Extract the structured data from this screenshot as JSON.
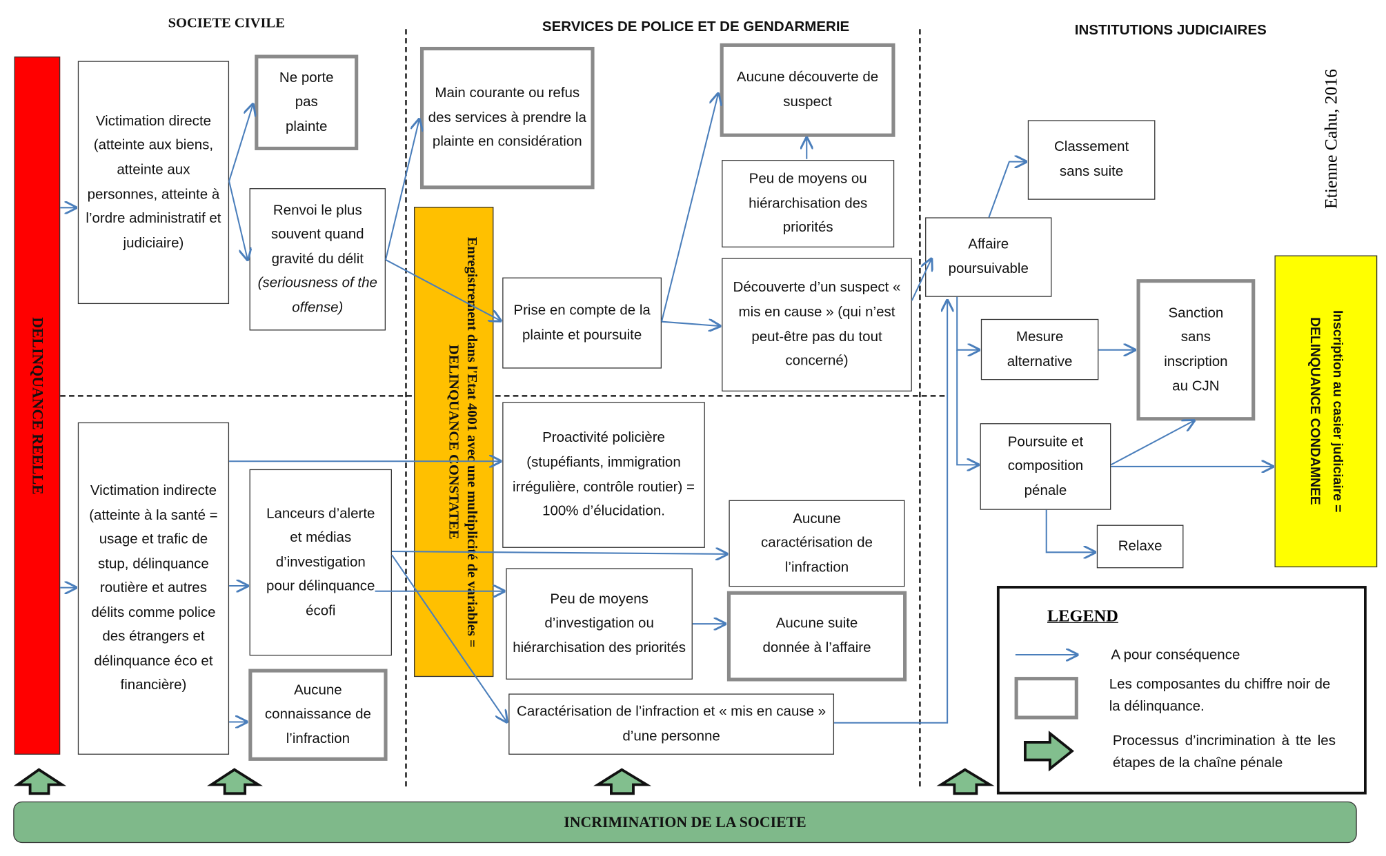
{
  "headers": {
    "left": "SOCIETE CIVILE",
    "middle": "SERVICES DE POLICE ET DE GENDARMERIE",
    "right": "INSTITUTIONS JUDICIAIRES"
  },
  "author": "Etienne Cahu, 2016",
  "bars": {
    "reelle": "DELINQUANCE REELLE",
    "constatee": "Enregistrement dans l'Etat 4001 avec une multiplicité de variables = DELINQUANCE CONSTATEE",
    "condamnee_line1": "Inscription au casier judiciaire =",
    "condamnee_line2": "DELINQUANCE CONDAMNEE"
  },
  "boxes": {
    "victimation_directe": "Victimation directe (atteinte aux biens, atteinte aux personnes, atteinte à l’ordre administratif et judiciaire)",
    "ne_porte_pas_plainte": "Ne porte pas plainte",
    "renvoi_main": "Renvoi  le plus souvent quand gravité du délit",
    "renvoi_italic": "(seriousness of the offense)",
    "main_courante": "Main courante ou refus des services à prendre la plainte en considération",
    "aucune_decouverte": "Aucune découverte de suspect",
    "peu_moyens_1": "Peu de moyens ou hiérarchisation des priorités",
    "decouverte_suspect": "Découverte d’un suspect  « mis en cause » (qui n’est peut-être pas du tout concerné)",
    "prise_en_compte": "Prise en compte de la plainte  et poursuite",
    "classement": "Classement sans suite",
    "affaire_poursuivable": "Affaire poursuivable",
    "mesure_alternative": "Mesure alternative",
    "sanction_sans": "Sanction sans inscription au CJN",
    "poursuite_composition": "Poursuite et composition pénale",
    "relaxe": "Relaxe",
    "victimation_indirecte": "Victimation indirecte (atteinte à la santé = usage et trafic de stup, délinquance routière et autres délits comme police des étrangers et délinquance éco et financière)",
    "lanceurs": "Lanceurs d’alerte et médias d’investigation pour délinquance écofi",
    "aucune_connaissance": "Aucune connaissance de l’infraction",
    "proactivite": "Proactivité policière (stupéfiants, immigration irrégulière, contrôle routier) = 100% d’élucidation.",
    "aucune_caracterisation": "Aucune caractérisation de l’infraction",
    "peu_moyens_2": "Peu de moyens d’investigation ou hiérarchisation des priorités",
    "aucune_suite": "Aucune suite donnée à l’affaire",
    "caracterisation": "Caractérisation de l’infraction et « mis en cause » d’une personne"
  },
  "legend": {
    "title": "LEGEND",
    "item1": "A pour conséquence",
    "item2": "Les composantes du chiffre noir de la délinquance.",
    "item3": "Processus d’incrimination à tte les étapes de la chaîne pénale"
  },
  "bottom": "INCRIMINATION DE LA SOCIETE",
  "colors": {
    "reelle": "#ff0000",
    "constatee": "#ffc000",
    "condamnee": "#ffff00",
    "bottom_bar": "#7fb98a",
    "green_arrow": "#82bf8e",
    "blue_arrow": "#4a7ebb",
    "thick_border": "#8a8a8a"
  }
}
